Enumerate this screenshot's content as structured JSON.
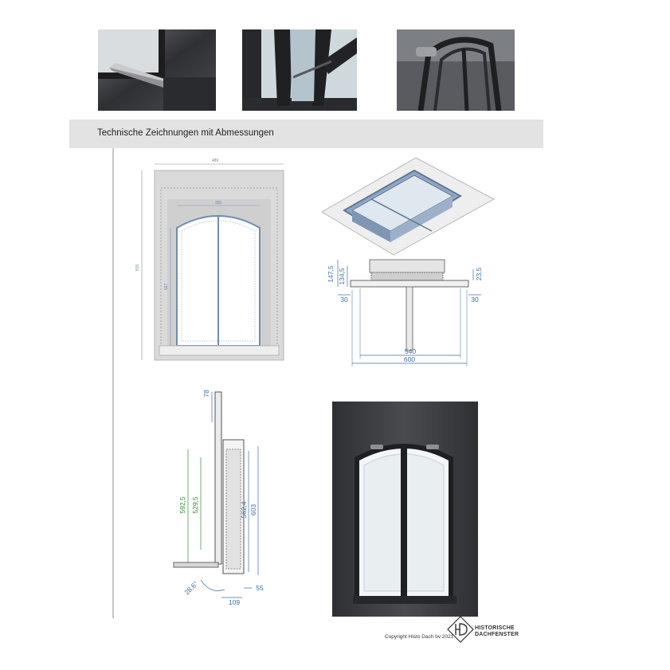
{
  "section": {
    "title": "Technische Zeichnungen mit Abmessungen"
  },
  "photos": [
    {
      "name": "hinge-arm-detail"
    },
    {
      "name": "open-sash-detail"
    },
    {
      "name": "arched-frame-detail"
    }
  ],
  "drawings": {
    "front_view": {
      "width_label": "489",
      "inner_label": "355",
      "height_label": "815",
      "side_label": "567"
    },
    "section_view": {
      "left_top": "147,5",
      "left_mid": "134,5",
      "right_top": "23,5",
      "left_offset": "30",
      "right_offset": "30",
      "inner_width": "540",
      "outer_width": "600"
    },
    "side_view": {
      "top": "78",
      "g1": "592,5",
      "g2": "529,5",
      "b1": "562,4",
      "b2": "603",
      "angle": "28,6°",
      "right": "55",
      "bottom": "109"
    }
  },
  "footer": {
    "copyright": "Copyright Histo Dach bv 2021",
    "brand_line1": "HISTORISCHE",
    "brand_line2": "DACHFENSTER"
  }
}
